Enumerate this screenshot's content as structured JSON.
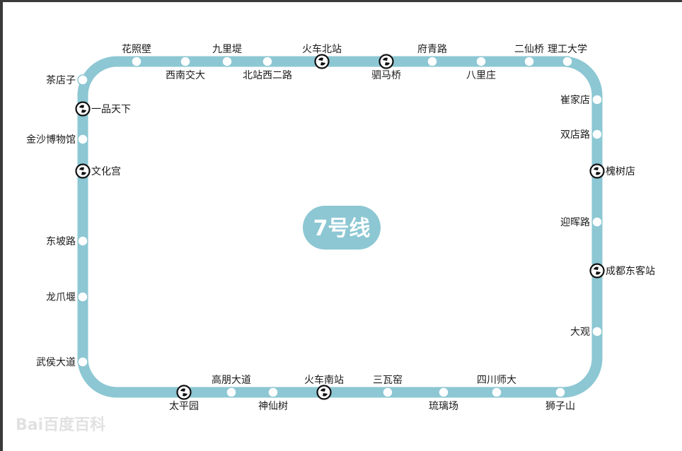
{
  "line": {
    "name": "7号线",
    "color": "#8cc7d3",
    "shape": "loop"
  },
  "stations": [
    {
      "id": "huazhaobi",
      "name": "花照壁",
      "transfer": false
    },
    {
      "id": "xinanjiaoda",
      "name": "西南交大",
      "transfer": false
    },
    {
      "id": "jiulidi",
      "name": "九里堤",
      "transfer": false
    },
    {
      "id": "beizhanxierlu",
      "name": "北站西二路",
      "transfer": false
    },
    {
      "id": "huochebeizhan",
      "name": "火车北站",
      "transfer": true
    },
    {
      "id": "simaqiao",
      "name": "驷马桥",
      "transfer": true
    },
    {
      "id": "fuqinglu",
      "name": "府青路",
      "transfer": false
    },
    {
      "id": "balizhuang",
      "name": "八里庄",
      "transfer": false
    },
    {
      "id": "erxianqiao",
      "name": "二仙桥",
      "transfer": false
    },
    {
      "id": "ligongdaxue",
      "name": "理工大学",
      "transfer": false
    },
    {
      "id": "cuijiadian",
      "name": "崔家店",
      "transfer": false
    },
    {
      "id": "shuangdianlu",
      "name": "双店路",
      "transfer": false
    },
    {
      "id": "huaishudian",
      "name": "槐树店",
      "transfer": true
    },
    {
      "id": "yinghuilu",
      "name": "迎晖路",
      "transfer": false
    },
    {
      "id": "chengdudongkezhan",
      "name": "成都东客站",
      "transfer": true
    },
    {
      "id": "daguan",
      "name": "大观",
      "transfer": false
    },
    {
      "id": "shizishan",
      "name": "狮子山",
      "transfer": false
    },
    {
      "id": "sichuanshida",
      "name": "四川师大",
      "transfer": false
    },
    {
      "id": "liulichang",
      "name": "琉璃场",
      "transfer": false
    },
    {
      "id": "sanwayao",
      "name": "三瓦窑",
      "transfer": false
    },
    {
      "id": "huochenanzhan",
      "name": "火车南站",
      "transfer": true
    },
    {
      "id": "shenxianshu",
      "name": "神仙树",
      "transfer": false
    },
    {
      "id": "gaopengdadao",
      "name": "高朋大道",
      "transfer": false
    },
    {
      "id": "taipingyuan",
      "name": "太平园",
      "transfer": true
    },
    {
      "id": "wuhoudadao",
      "name": "武侯大道",
      "transfer": false
    },
    {
      "id": "longzhuayan",
      "name": "龙爪堰",
      "transfer": false
    },
    {
      "id": "dongpolu",
      "name": "东坡路",
      "transfer": false
    },
    {
      "id": "wenhuagong",
      "name": "文化宫",
      "transfer": true
    },
    {
      "id": "jinshabowuguan",
      "name": "金沙博物馆",
      "transfer": false
    },
    {
      "id": "yipintianxia",
      "name": "一品天下",
      "transfer": true
    },
    {
      "id": "chadianzi",
      "name": "茶店子",
      "transfer": false
    }
  ],
  "watermark": {
    "text": "Bai百度百科"
  }
}
